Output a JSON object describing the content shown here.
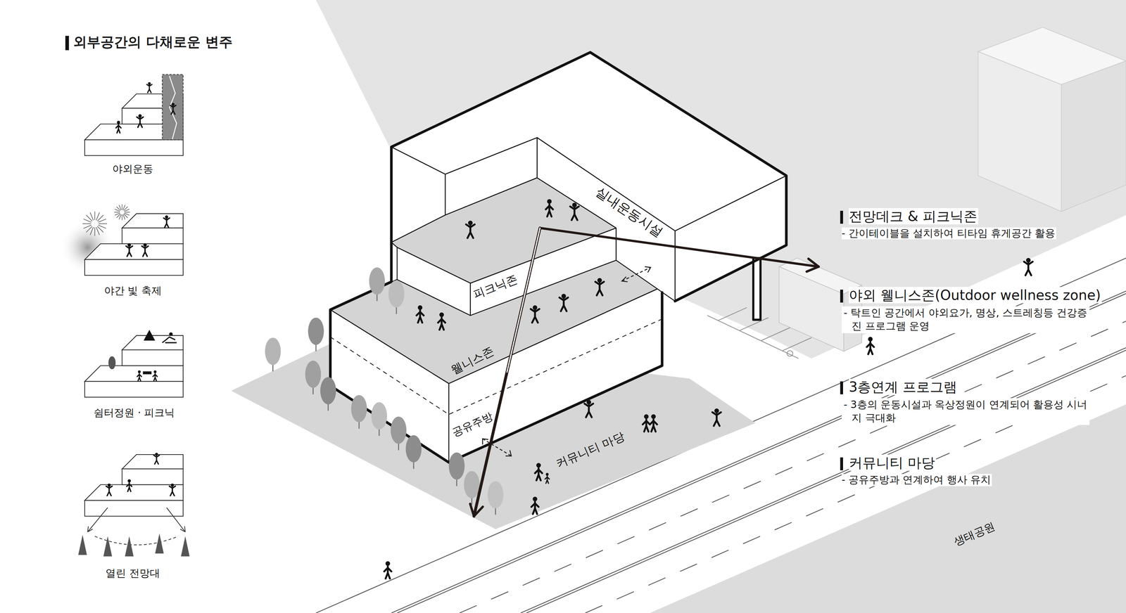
{
  "diagram": {
    "title": "외부공간의 다채로운 변주",
    "labels": [
      "야외운동",
      "야간 빛 축제",
      "쉼터정원 · 피크닉",
      "열린 전망대",
      "실내운동시설",
      "피크닉존",
      "웰니스존",
      "공유주방",
      "커뮤니티 마당",
      "전망데크 & 피크닉존",
      "- 간이테이블을 설치하여 티타임 휴게공간 활용",
      "야외 웰니스존(Outdoor wellness zone)",
      "- 탁트인 공간에서 야외요가, 명상, 스트레칭등 건강증진 프로그램 운영",
      "3층연계 프로그램",
      "- 3층의 운동시설과 옥상정원이 연계되어 활용성 시너지 극대화",
      "커뮤니티 마당",
      "- 공유주방과 연계하여 행사 유치",
      "생태공원"
    ]
  }
}
